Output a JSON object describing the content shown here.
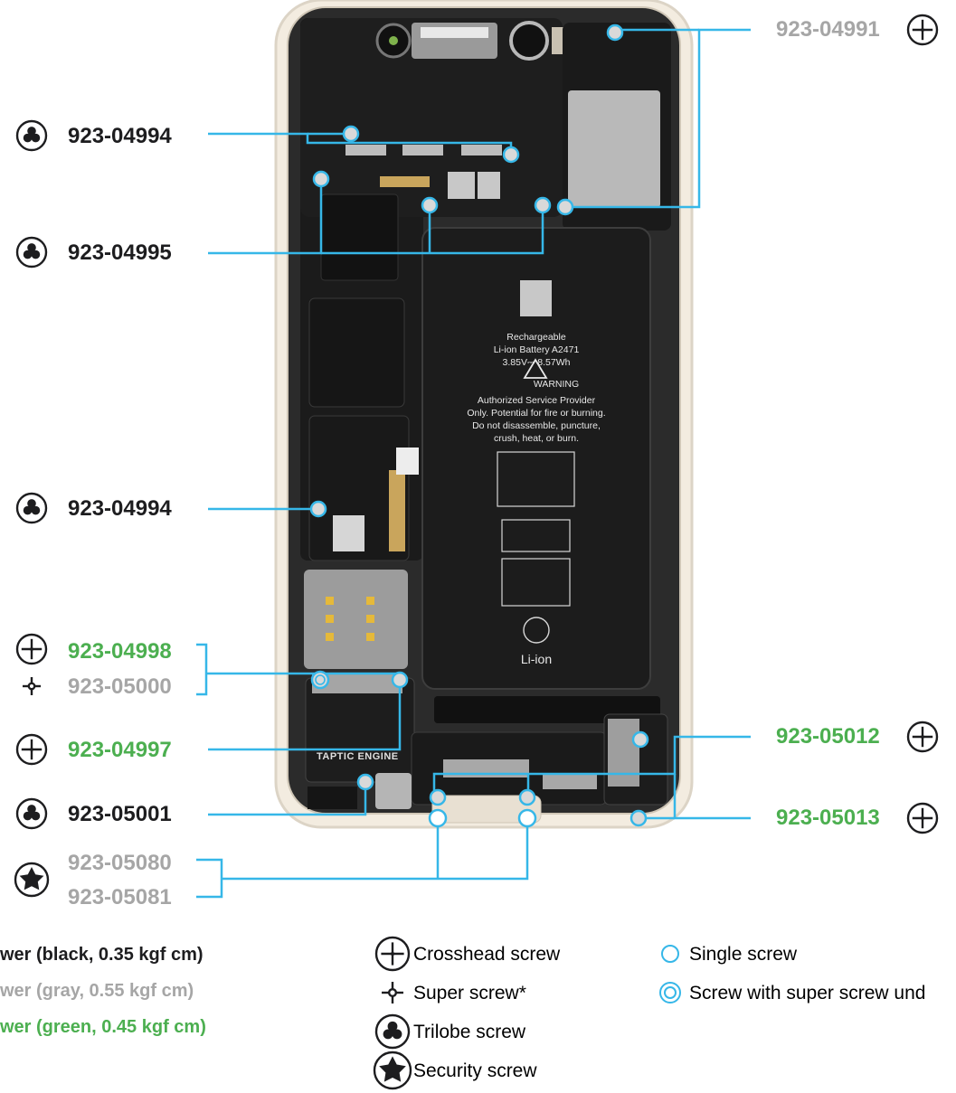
{
  "callouts": {
    "left": [
      {
        "part": "923-04994",
        "screw": "trilobe",
        "color": "black"
      },
      {
        "part": "923-04995",
        "screw": "trilobe",
        "color": "black"
      },
      {
        "part": "923-04994",
        "screw": "trilobe",
        "color": "black"
      },
      {
        "part": "923-04998",
        "screw": "crosshead",
        "color": "green"
      },
      {
        "part": "923-05000",
        "screw": "super",
        "color": "gray"
      },
      {
        "part": "923-04997",
        "screw": "crosshead",
        "color": "green"
      },
      {
        "part": "923-05001",
        "screw": "trilobe",
        "color": "black"
      },
      {
        "part": "923-05080",
        "screw": "security",
        "color": "gray"
      },
      {
        "part": "923-05081",
        "screw": "security",
        "color": "gray"
      }
    ],
    "right": [
      {
        "part": "923-04991",
        "screw": "crosshead",
        "color": "gray"
      },
      {
        "part": "923-05012",
        "screw": "crosshead",
        "color": "green"
      },
      {
        "part": "923-05013",
        "screw": "crosshead",
        "color": "green"
      }
    ]
  },
  "battery": {
    "line1": "Rechargeable",
    "line2": "Li-ion Battery A2471",
    "line3": "3.85V⎓ 8.57Wh",
    "warning": "WARNING",
    "line4": "Authorized Service Provider",
    "line5": "Only. Potential for fire or burning.",
    "line6": "Do not disassemble, puncture,",
    "line7": "crush, heat, or burn.",
    "recycle": "Li-ion"
  },
  "taptic_label": "TAPTIC ENGINE",
  "legend": {
    "drivers": [
      {
        "text": "wer (black, 0.35 kgf cm)",
        "color": "#1d1d1f"
      },
      {
        "text": "wer (gray, 0.55 kgf cm)",
        "color": "#a6a6a6"
      },
      {
        "text": "wer (green, 0.45 kgf cm)",
        "color": "#4caf50"
      }
    ],
    "screws": [
      {
        "icon": "crosshead",
        "text": "Crosshead screw"
      },
      {
        "icon": "super",
        "text": "Super screw*"
      },
      {
        "icon": "trilobe",
        "text": "Trilobe screw"
      },
      {
        "icon": "security",
        "text": "Security screw"
      }
    ],
    "markers": [
      {
        "icon": "single-ring",
        "text": "Single screw"
      },
      {
        "icon": "double-ring",
        "text": "Screw with super screw und"
      }
    ]
  },
  "colors": {
    "callout_line": "#36b7e8",
    "black_text": "#1d1d1f",
    "gray_text": "#a6a6a6",
    "green_text": "#4caf50",
    "phone_frame": "#f3ece0"
  }
}
